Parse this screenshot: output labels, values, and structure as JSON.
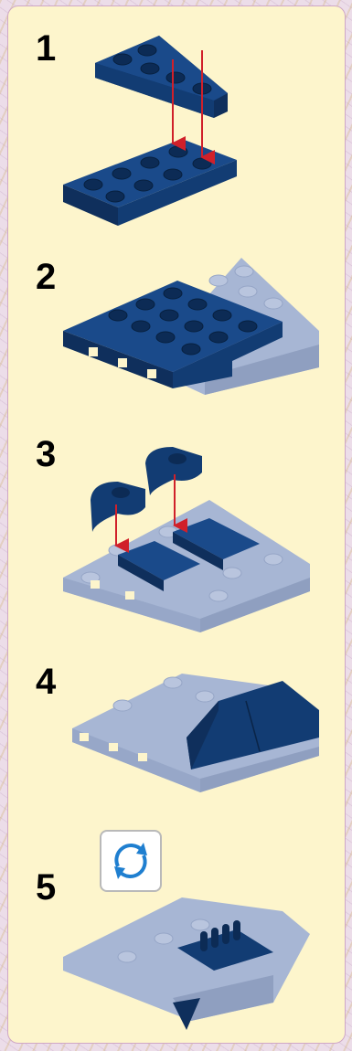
{
  "steps": [
    {
      "number": "1"
    },
    {
      "number": "2"
    },
    {
      "number": "3"
    },
    {
      "number": "4"
    },
    {
      "number": "5"
    }
  ],
  "colors": {
    "panel_bg": "#fdf5cc",
    "dark_blue": "#123c73",
    "light_blue": "#a7b6d4",
    "arrow_red": "#d0202a",
    "rotate_icon_blue": "#1f7fd0"
  },
  "icons": {
    "rotate": "rotate-model-icon",
    "arrow": "insert-arrow-icon"
  }
}
